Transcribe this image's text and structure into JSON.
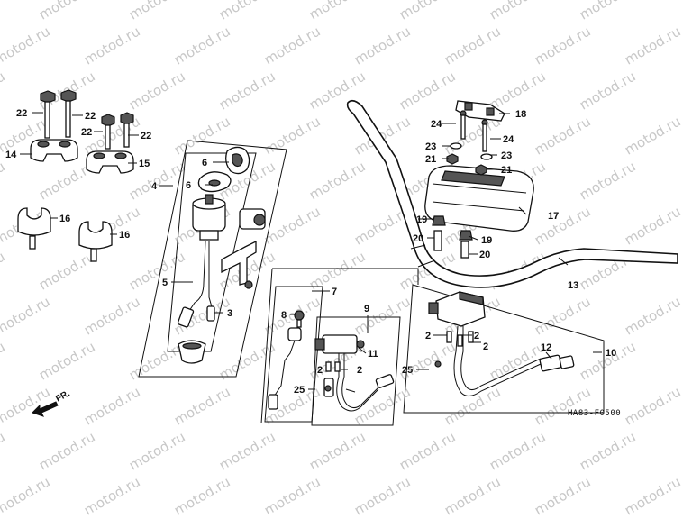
{
  "watermark": {
    "text": "motod.ru"
  },
  "diagram_code": "HA83-F0500",
  "direction_label": "FR.",
  "callouts": {
    "c2a": "2",
    "c2b": "2",
    "c2c": "2",
    "c2d": "2",
    "c2e": "2",
    "c3": "3",
    "c4": "4",
    "c5": "5",
    "c6a": "6",
    "c6b": "6",
    "c7": "7",
    "c8": "8",
    "c9": "9",
    "c10": "10",
    "c11": "11",
    "c12": "12",
    "c13": "13",
    "c14": "14",
    "c15": "15",
    "c16a": "16",
    "c16b": "16",
    "c17": "17",
    "c18": "18",
    "c19a": "19",
    "c19b": "19",
    "c20a": "20",
    "c20b": "20",
    "c21a": "21",
    "c21b": "21",
    "c22a": "22",
    "c22b": "22",
    "c22c": "22",
    "c22d": "22",
    "c23a": "23",
    "c23b": "23",
    "c24a": "24",
    "c24b": "24",
    "c25a": "25",
    "c25b": "25"
  }
}
